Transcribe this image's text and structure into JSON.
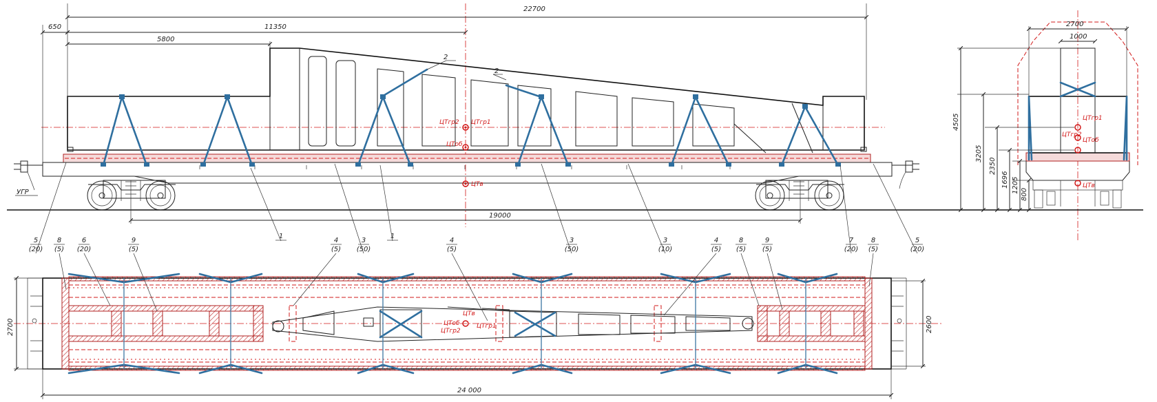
{
  "dimensions": {
    "d22700": "22700",
    "d11350": "11350",
    "d650": "650",
    "d5800": "5800",
    "d19000": "19000",
    "d24000": "24 000",
    "d2700_plan": "2700",
    "d2600": "2600",
    "d2700_end": "2700",
    "d1000": "1000",
    "d4505": "4505",
    "d3205": "3205",
    "d2350": "2350",
    "d1696": "1696",
    "d1205": "1205",
    "d800": "800"
  },
  "points": {
    "ctgr2": "ЦТгр2",
    "ctgr1": "ЦТгр1",
    "ctob": "ЦТоб",
    "ctv": "ЦТв",
    "ugr": "УГР"
  },
  "callouts": [
    {
      "num": "5",
      "qty": "(20)"
    },
    {
      "num": "8",
      "qty": "(5)"
    },
    {
      "num": "6",
      "qty": "(20)"
    },
    {
      "num": "9",
      "qty": "(5)"
    },
    {
      "num": "1",
      "qty": ""
    },
    {
      "num": "4",
      "qty": "(5)"
    },
    {
      "num": "3",
      "qty": "(50)"
    },
    {
      "num": "1",
      "qty": ""
    },
    {
      "num": "4",
      "qty": "(5)"
    },
    {
      "num": "3",
      "qty": "(50)"
    },
    {
      "num": "3",
      "qty": "(10)"
    },
    {
      "num": "4",
      "qty": "(5)"
    },
    {
      "num": "8",
      "qty": "(5)"
    },
    {
      "num": "9",
      "qty": "(5)"
    },
    {
      "num": "7",
      "qty": "(20)"
    },
    {
      "num": "8",
      "qty": "(5)"
    },
    {
      "num": "5",
      "qty": "(20)"
    }
  ],
  "side_callouts": {
    "c2a": "2",
    "c2b": "2"
  }
}
